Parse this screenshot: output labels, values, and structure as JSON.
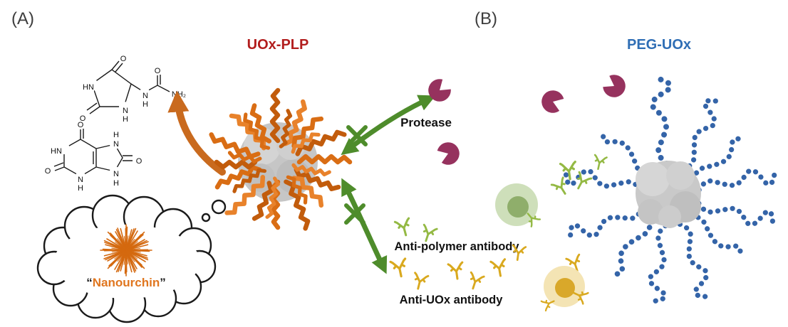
{
  "labels": {
    "panel_a": "(A)",
    "panel_b": "(B)",
    "uox_plp": "UOx-PLP",
    "peg_uox": "PEG-UOx",
    "protease": "Protease",
    "anti_polymer_antibody": "Anti-polymer antibody",
    "anti_uox_antibody": "Anti-UOx antibody",
    "nanourchin_quote_open": "“",
    "nanourchin": "Nanourchin",
    "nanourchin_quote_close": "”"
  },
  "chem": {
    "allantoin": {
      "o1": "O",
      "hn": "HN",
      "o2": "O",
      "n1": "N",
      "h1": "H",
      "n2": "N",
      "h2": "H",
      "o3": "O",
      "nh2": "NH₂"
    },
    "uric_acid": {
      "o1": "O",
      "hn": "HN",
      "o2": "O",
      "n1": "N",
      "h1": "H",
      "n2": "N",
      "h2": "H",
      "o3": "O",
      "n3": "N",
      "h3": "H"
    }
  },
  "colors": {
    "uox_plp_label": "#b21d1d",
    "peg_uox_label": "#2f6eb5",
    "nanourchin_label": "#e0761f",
    "polymer_brush_orange": "#d96d14",
    "arrow_orange": "#c96a1e",
    "arrow_green": "#4e8c2b",
    "protease_maroon": "#96325e",
    "antibody_green": "#94b944",
    "antibody_yellow": "#d9a91f",
    "peg_chain_blue": "#3464a8",
    "protein_grey": "#c6c6c6"
  }
}
